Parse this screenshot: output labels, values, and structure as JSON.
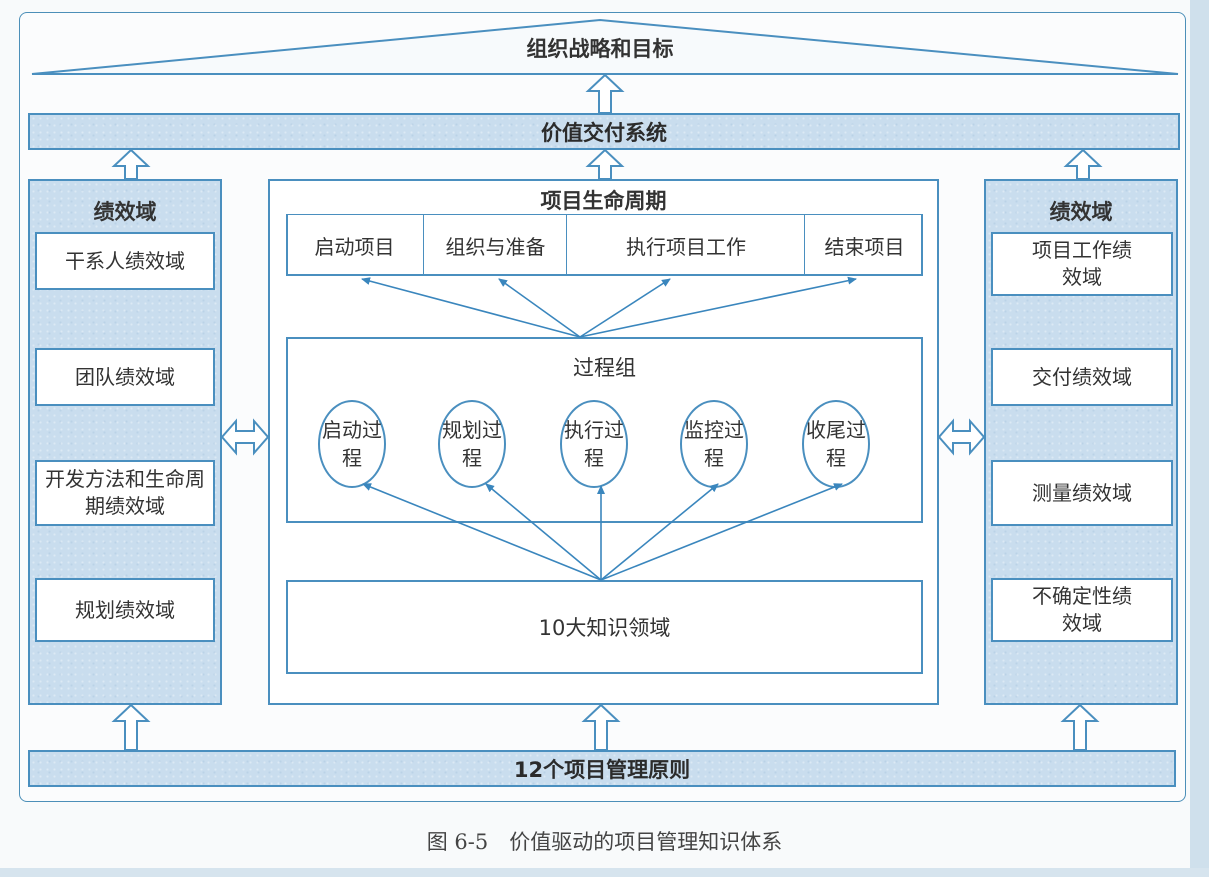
{
  "strategy": {
    "label": "组织战略和目标"
  },
  "value_delivery": {
    "label": "价值交付系统"
  },
  "principles": {
    "label": "12个项目管理原则"
  },
  "left_domains": {
    "title": "绩效域",
    "items": [
      "干系人绩效域",
      "团队绩效域",
      "开发方法和生命周期绩效域",
      "规划绩效域"
    ]
  },
  "right_domains": {
    "title": "绩效域",
    "items": [
      "项目工作绩效域",
      "交付绩效域",
      "测量绩效域",
      "不确定性绩效域"
    ]
  },
  "lifecycle": {
    "title": "项目生命周期",
    "phases": [
      "启动项目",
      "组织与准备",
      "执行项目工作",
      "结束项目"
    ]
  },
  "process_groups": {
    "title": "过程组",
    "items": [
      "启动过程",
      "规划过程",
      "执行过程",
      "监控过程",
      "收尾过程"
    ]
  },
  "knowledge": {
    "label": "10大知识领域"
  },
  "caption": "图 6-5　价值驱动的项目管理知识体系",
  "colors": {
    "line": "#4a8fbf",
    "fill": "#c9ddee",
    "text": "#333333"
  }
}
